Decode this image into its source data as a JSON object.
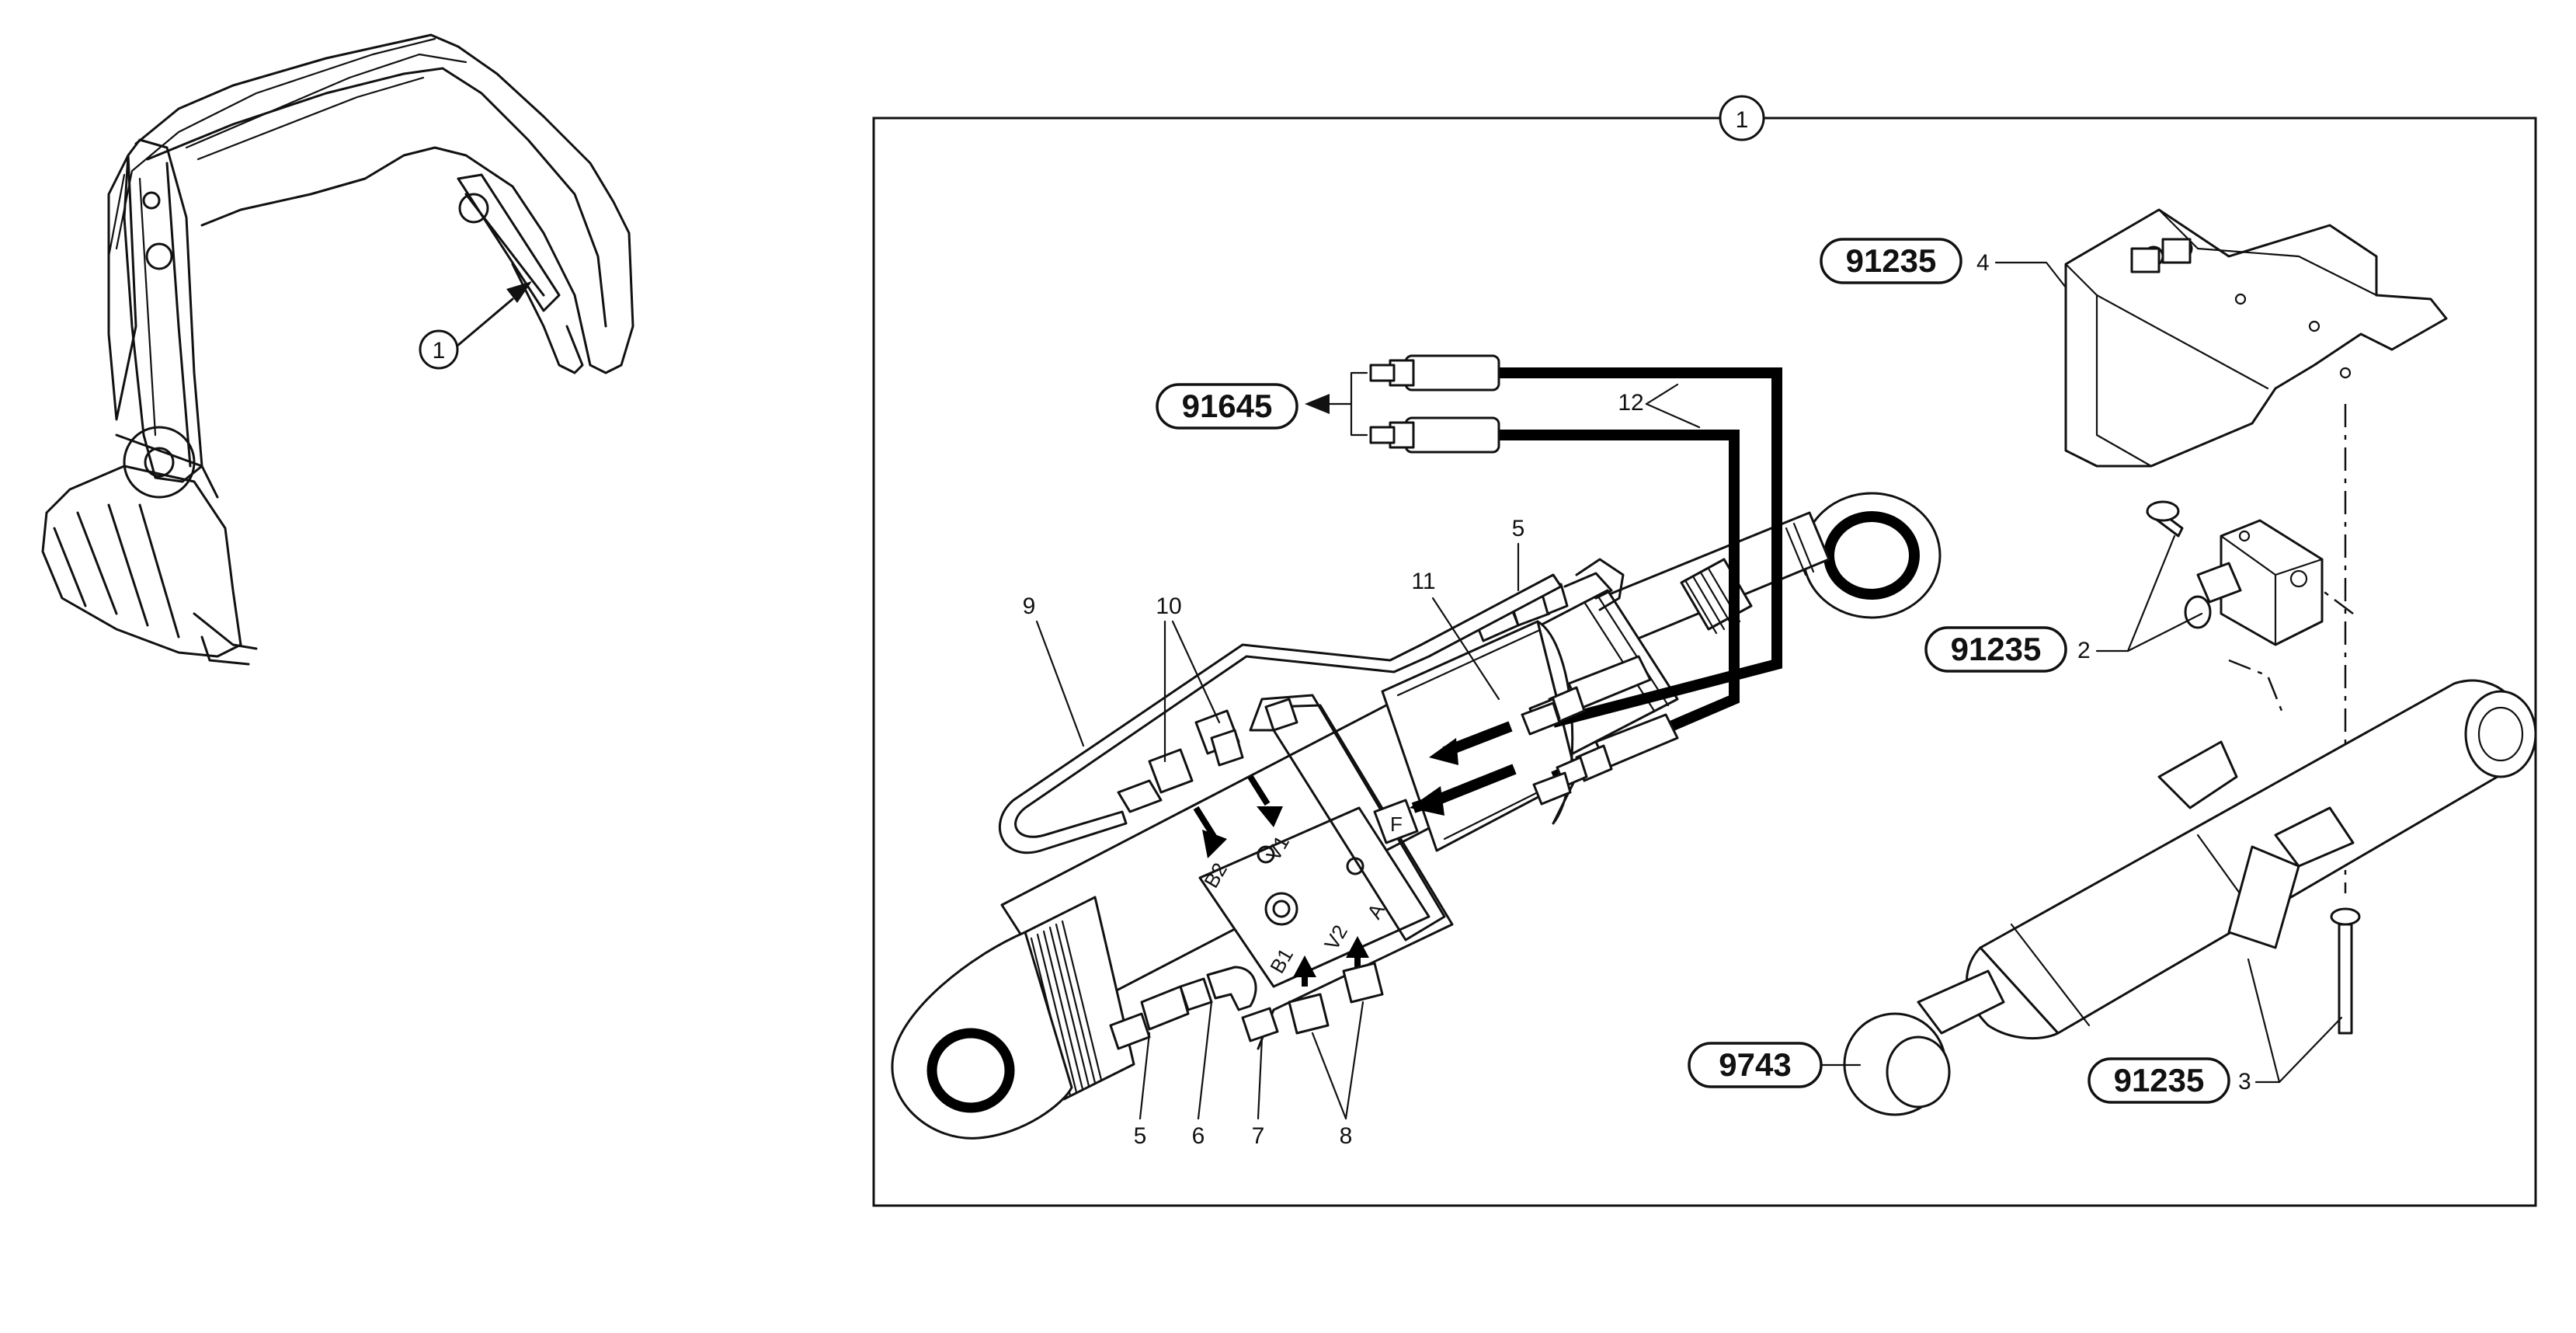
{
  "callouts": {
    "overview_item": "1",
    "frame_item": "1",
    "item_2": "2",
    "item_3": "3",
    "item_4": "4",
    "item_5_top": "5",
    "item_5_bottom": "5",
    "item_6": "6",
    "item_7": "7",
    "item_8": "8",
    "item_9": "9",
    "item_10": "10",
    "item_11": "11",
    "item_12": "12"
  },
  "references": {
    "ref_91645": "91645",
    "ref_91235_bracket": "91235",
    "ref_91235_valve": "91235",
    "ref_91235_bolts": "91235",
    "ref_9743": "9743"
  },
  "port_labels": {
    "B2": "B2",
    "V1": "V1",
    "A": "A",
    "B1": "B1",
    "V2": "V2",
    "F": "F"
  }
}
